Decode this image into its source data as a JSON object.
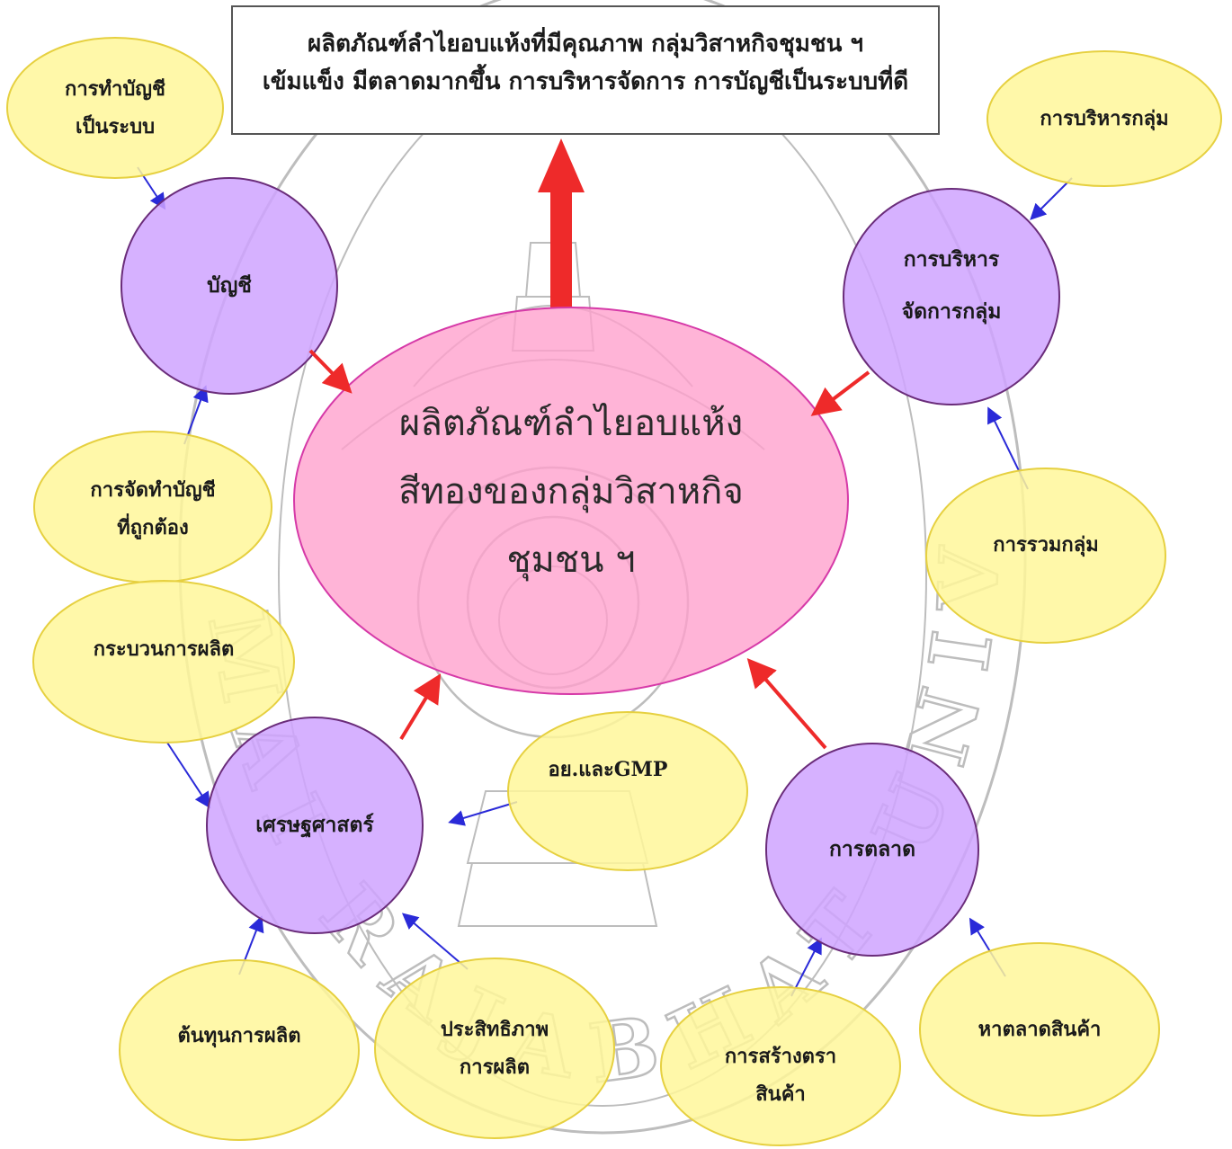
{
  "goal_box": {
    "lines": [
      "ผลิตภัณฑ์ลำไยอบแห้งที่มีคุณภาพ กลุ่มวิสาหกิจชุมชน ฯ",
      "เข้มแข็ง มีตลาดมากขึ้น การบริหารจัดการ การบัญชีเป็นระบบที่ดี"
    ]
  },
  "center": {
    "lines": [
      "ผลิตภัณฑ์ลำไยอบแห้ง",
      "สีทองของกลุ่มวิสาหกิจ",
      "ชุมชน ฯ"
    ]
  },
  "circles": {
    "accounting": {
      "lines": [
        "บัญชี"
      ]
    },
    "management": {
      "lines": [
        "การบริหาร",
        "จัดการกลุ่ม"
      ]
    },
    "economics": {
      "lines": [
        "เศรษฐศาสตร์"
      ]
    },
    "marketing": {
      "lines": [
        "การตลาด"
      ]
    }
  },
  "factors": {
    "systematic_accounting": {
      "lines": [
        "การทำบัญชี",
        "เป็นระบบ"
      ]
    },
    "correct_accounting": {
      "lines": [
        "การจัดทำบัญชี",
        "ที่ถูกต้อง"
      ]
    },
    "group_administration": {
      "lines": [
        "การบริหารกลุ่ม"
      ]
    },
    "grouping": {
      "lines": [
        "การรวมกลุ่ม"
      ]
    },
    "production_process": {
      "lines": [
        "กระบวนการผลิต"
      ]
    },
    "production_cost": {
      "lines": [
        "ต้นทุนการผลิต"
      ]
    },
    "production_efficiency": {
      "lines": [
        "ประสิทธิภาพ",
        "การผลิต"
      ]
    },
    "gmp": {
      "lines": [
        "อย.และGMP"
      ]
    },
    "branding": {
      "lines": [
        "การสร้างตรา",
        "สินค้า"
      ]
    },
    "find_market": {
      "lines": [
        "หาตลาดสินค้า"
      ]
    }
  },
  "watermark": {
    "text": "CHIANG MAI RAJABHAT UNIVERSITY"
  },
  "colors": {
    "yellow_fill": "#fff79a",
    "yellow_stroke": "#e6d040",
    "purple_fill": "#cfa3ff",
    "purple_stroke": "#6a2c7a",
    "pink_fill": "#ff9fcc",
    "pink_stroke": "#d63aa8",
    "red_arrow": "#ee2a2a",
    "blue_arrow": "#2a2ad8",
    "watermark": "#bdbdbd"
  }
}
